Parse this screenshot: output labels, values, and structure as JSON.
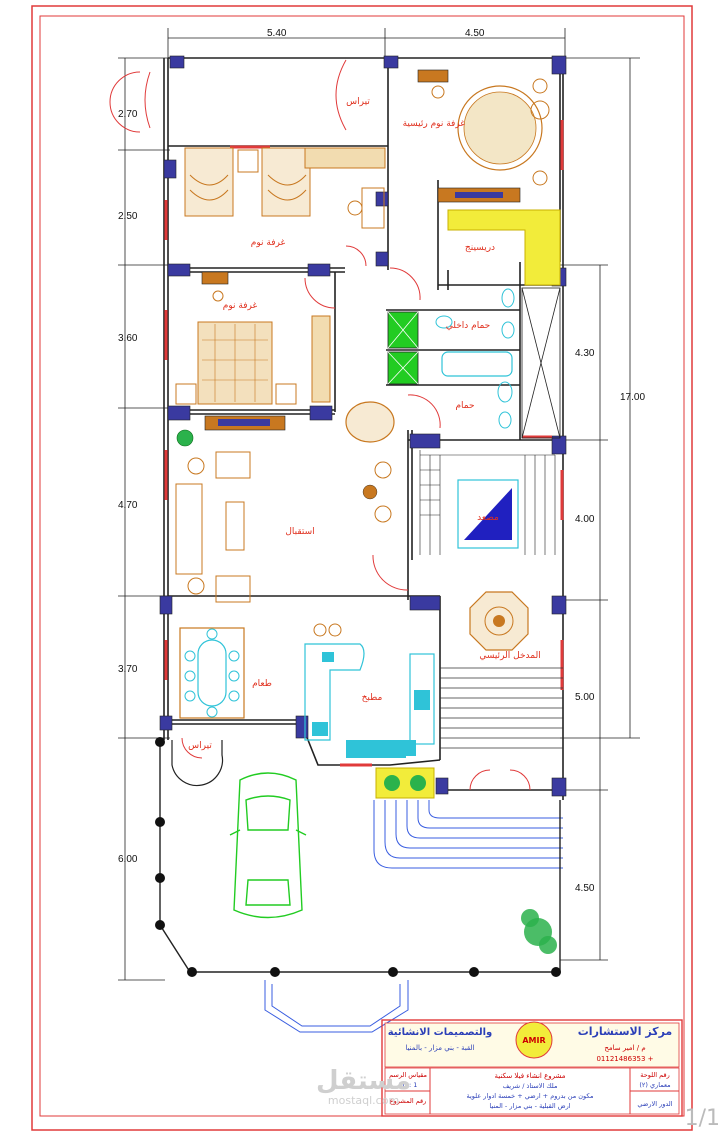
{
  "rooms": {
    "corridor_top": "تيراس",
    "master_bedroom": "غرفة نوم رئيسية",
    "bedroom_1": "غرفة نوم",
    "bedroom_2": "غرفة نوم",
    "dressing": "دريسينج",
    "ensuite_bath": "حمام داخلي",
    "bath": "حمام",
    "living": "استقبال",
    "dining": "طعام",
    "kitchen": "مطبخ",
    "elevator": "مصعد",
    "main_entrance": "المدخل الرئيسي",
    "terrace_bottom": "تيراس"
  },
  "dimensions": {
    "top": [
      "5.40",
      "4.50"
    ],
    "left": [
      "2.70",
      "2.50",
      "3.60",
      "4.70",
      "3.70",
      "6.00"
    ],
    "right": [
      "17.00",
      "4.30",
      "4.00",
      "5.00",
      "4.50"
    ]
  },
  "title_block": {
    "office_name": "مركز الاستشارات",
    "office_name_2": "والتصميمات الانشائية",
    "logo_text": "AMIR",
    "engineer": "م / امير سامح",
    "phone": "01121486353 +",
    "address": "القبة - بني مزار - بالمنيا",
    "project_title": "مشروع انشاء فيلا سكنية",
    "owner": "ملك الاستاذ / شريف",
    "project_desc": "مكون من بدروم + ارضي + خمسة ادوار علوية",
    "location": "ارض القبلية - بني مزار - المنيا",
    "drawing_label": "رقم اللوحة",
    "drawing_value": "(٢) معماري",
    "floor_label": "الدور الارضي",
    "scale_label": "مقياس الرسم",
    "scale_value": "50 : 1",
    "ref_label": "رقم المشروع"
  },
  "watermark": {
    "arabic": "مستقل",
    "latin": "mostaql.com"
  },
  "page_indicator": "1/1",
  "colors": {
    "frame": "#e03a3a",
    "walls": "#222222",
    "windows": "#3a3aa0",
    "labels": "#e0301e",
    "furniture_orange": "#c87820",
    "furniture_cyan": "#2fc3d8",
    "green": "#22cc22"
  }
}
